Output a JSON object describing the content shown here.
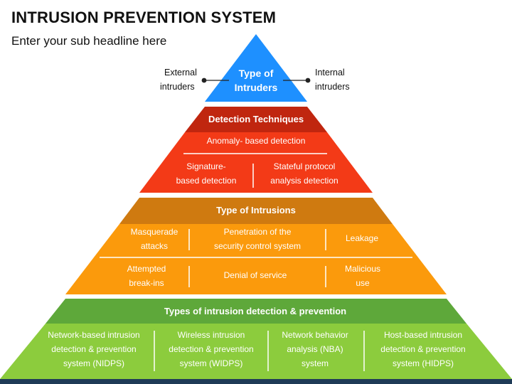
{
  "title": "INTRUSION PREVENTION SYSTEM",
  "subtitle": "Enter your sub headline here",
  "apex": {
    "label": [
      "Type of",
      "Intruders"
    ],
    "left_note": [
      "External",
      "intruders"
    ],
    "right_note": [
      "Internal",
      "intruders"
    ]
  },
  "detection": {
    "header": "Detection Techniques",
    "anomaly": "Anomaly- based detection",
    "signature": [
      "Signature-",
      "based detection"
    ],
    "stateful": [
      "Stateful protocol",
      "analysis detection"
    ]
  },
  "intrusions": {
    "header": "Type of Intrusions",
    "masquerade": [
      "Masquerade",
      "attacks"
    ],
    "penetration": [
      "Penetration of the",
      "security control system"
    ],
    "leakage": "Leakage",
    "attempted": [
      "Attempted",
      "break-ins"
    ],
    "dos": "Denial of service",
    "malicious": [
      "Malicious",
      "use"
    ]
  },
  "prevention": {
    "header": "Types of intrusion detection & prevention",
    "nidps": [
      "Network-based intrusion",
      "detection & prevention",
      "system (NIDPS)"
    ],
    "widps": [
      "Wireless intrusion",
      "detection & prevention",
      "system (WIDPS)"
    ],
    "nba": [
      "Network behavior",
      "analysis (NBA)",
      "system"
    ],
    "hidps": [
      "Host-based intrusion",
      "detection & prevention",
      "system (HIDPS)"
    ]
  },
  "colors": {
    "blue": "#1e90ff",
    "dark_red": "#c0260f",
    "red": "#f33a17",
    "brown": "#cf7a10",
    "orange": "#fb9a0c",
    "dark_green": "#5ea83a",
    "green": "#8ccc3d"
  }
}
